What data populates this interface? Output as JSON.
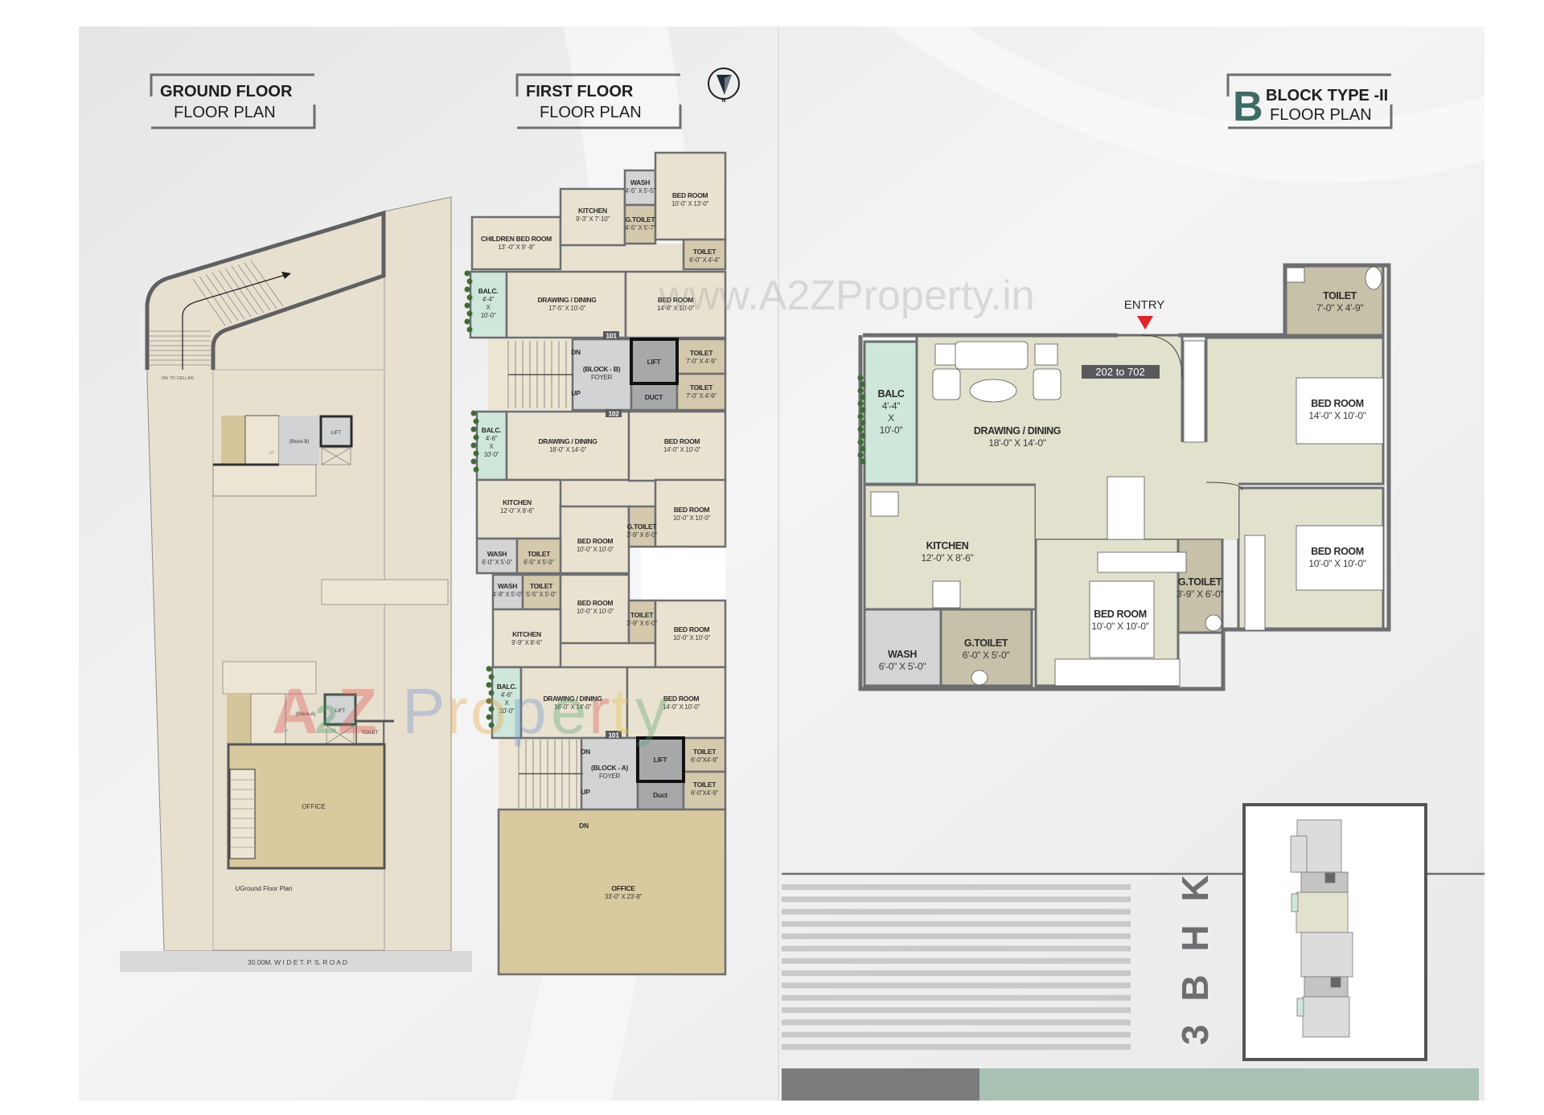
{
  "colors": {
    "room": "#e9e2d0",
    "room_unit": "#e2e1cd",
    "toilet": "#d4c9ad",
    "toilet_unit": "#c6c1a8",
    "wash": "#d4d4d4",
    "balcony": "#cfe7da",
    "foyer": "#d2d3d4",
    "lift": "#a7a8a9",
    "office": "#d8c99e",
    "wall": "#6d6e70",
    "accent_teal": "#3d6b66",
    "entry_arrow": "#e0262b",
    "bottom_green": "#a9c2b4",
    "bottom_grey": "#7b7c7e"
  },
  "watermarks": {
    "url": "www.A2ZProperty.in",
    "logo": "A2Z Property"
  },
  "ground_floor": {
    "title_bold": "GROUND FLOOR",
    "title_sub": "FLOOR PLAN",
    "labels": {
      "dn_to_cellar": "DN TO CELLAR",
      "block_b": "(Block-B)",
      "lift_b": "LIFT",
      "up_b": "UP",
      "block_a": "(Block-A)",
      "lift_a": "LIFT",
      "up_a": "UP",
      "toilet": "TOILET",
      "office": "OFFICE",
      "plan_caption": "UGround Floor Plan",
      "road": "30.00M.   W I D E   T. P. S.   R O A D"
    }
  },
  "first_floor": {
    "title_bold": "FIRST  FLOOR",
    "title_sub": "FLOOR PLAN",
    "compass": "N",
    "rooms": [
      {
        "name": "CHILDREN BED ROOM",
        "size": "13' -0\" X 9' -8\""
      },
      {
        "name": "KITCHEN",
        "size": "9'-3\" X 7'-10\""
      },
      {
        "name": "WASH",
        "size": "4'-5\" X 5'-5\""
      },
      {
        "name": "G.TOILET",
        "size": "4'-5\" X 5'-7\""
      },
      {
        "name": "BED ROOM",
        "size": "10'-0\" X 13'-0\""
      },
      {
        "name": "TOILET",
        "size": "6'-0\" X 4'-4\""
      },
      {
        "name": "BALC.",
        "size_lines": [
          "4'-4\"",
          "X",
          "10'-0\""
        ]
      },
      {
        "name": "DRAWING / DINING",
        "size": "17'-5\" X 10'-0\""
      },
      {
        "name": "BED ROOM",
        "size": "14'-9\" X 10'-0\""
      },
      {
        "name": "(BLOCK - B)",
        "size": "FOYER"
      },
      {
        "name": "LIFT",
        "size": ""
      },
      {
        "name": "DUCT",
        "size": ""
      },
      {
        "name": "TOILET",
        "size": "7'-0\" X 4'-9\""
      },
      {
        "name": "TOILET",
        "size": "7'-0\" X 4'-9\""
      },
      {
        "name": "BALC.",
        "size_lines": [
          "4'-6\"",
          "X",
          "10'-0\""
        ]
      },
      {
        "name": "DRAWING / DINING",
        "size": "18'-0\" X 14'-0\""
      },
      {
        "name": "BED ROOM",
        "size": "14'-0\" X 10'-0\""
      },
      {
        "name": "KITCHEN",
        "size": "12'-0\" X 8'-6\""
      },
      {
        "name": "BED ROOM",
        "size": "10'-0\" X 10'-0\""
      },
      {
        "name": "G.TOILET",
        "size": "3'-9\" X 6'-0\""
      },
      {
        "name": "BED ROOM",
        "size": "10'-0\" X 10'-0\""
      },
      {
        "name": "WASH",
        "size": "6'-0\" X 5'-0\""
      },
      {
        "name": "TOILET",
        "size": "6'-5\" X 5'-0\""
      },
      {
        "name": "WASH",
        "size": "4'-9\" X 5'-0\""
      },
      {
        "name": "TOILET",
        "size": "5'-5\" X 5'-0\""
      },
      {
        "name": "BED ROOM",
        "size": "10'-0\" X 10'-0\""
      },
      {
        "name": "TOILET",
        "size": "3'-9\" X 6'-0\""
      },
      {
        "name": "BED ROOM",
        "size": "10'-0\" X 10'-0\""
      },
      {
        "name": "KITCHEN",
        "size": "9'-9\" X 8'-6\""
      },
      {
        "name": "BALC.",
        "size_lines": [
          "4'-6\"",
          "X",
          "10'-0\""
        ]
      },
      {
        "name": "DRAWING / DINING",
        "size": "16'-0\" X 14'-0\""
      },
      {
        "name": "BED ROOM",
        "size": "14'-0\" X 10'-0\""
      },
      {
        "name": "(BLOCK - A)",
        "size": "FOYER"
      },
      {
        "name": "LIFT",
        "size": ""
      },
      {
        "name": "Duct",
        "size": ""
      },
      {
        "name": "TOILET",
        "size": "6'-0\"X4'-9\""
      },
      {
        "name": "TOILET",
        "size": "6'-0\"X4'-9\""
      },
      {
        "name": "OFFICE",
        "size": "33'-0\" X 23'-8\""
      }
    ],
    "stair_labels": [
      "DN",
      "UP",
      "DN",
      "UP",
      "DN"
    ],
    "units": [
      "101",
      "102",
      "101"
    ]
  },
  "unit_plan": {
    "block_letter": "B",
    "title_bold": "BLOCK TYPE -II",
    "title_sub": "FLOOR PLAN",
    "entry": "ENTRY",
    "unit_range": "202 to 702",
    "rooms": [
      {
        "name": "BALC",
        "size_lines": [
          "4'-4\"",
          "X",
          "10'-0\""
        ]
      },
      {
        "name": "DRAWING / DINING",
        "size": "18'-0\" X 14'-0\""
      },
      {
        "name": "KITCHEN",
        "size": "12'-0\" X 8'-6\""
      },
      {
        "name": "WASH",
        "size": "6'-0\" X 5'-0\""
      },
      {
        "name": "G.TOILET",
        "size": "6'-0\" X 5'-0\""
      },
      {
        "name": "BED ROOM",
        "size": "10'-0\" X 10'-0\""
      },
      {
        "name": "G.TOILET",
        "size": "3'-9\" X 6'-0\""
      },
      {
        "name": "TOILET",
        "size": "7'-0\" X 4'-9\""
      },
      {
        "name": "BED ROOM",
        "size": "14'-0\" X 10'-0\""
      },
      {
        "name": "BED ROOM",
        "size": "10'-0\" X 10'-0\""
      }
    ],
    "unit_type": "3 B H K"
  }
}
